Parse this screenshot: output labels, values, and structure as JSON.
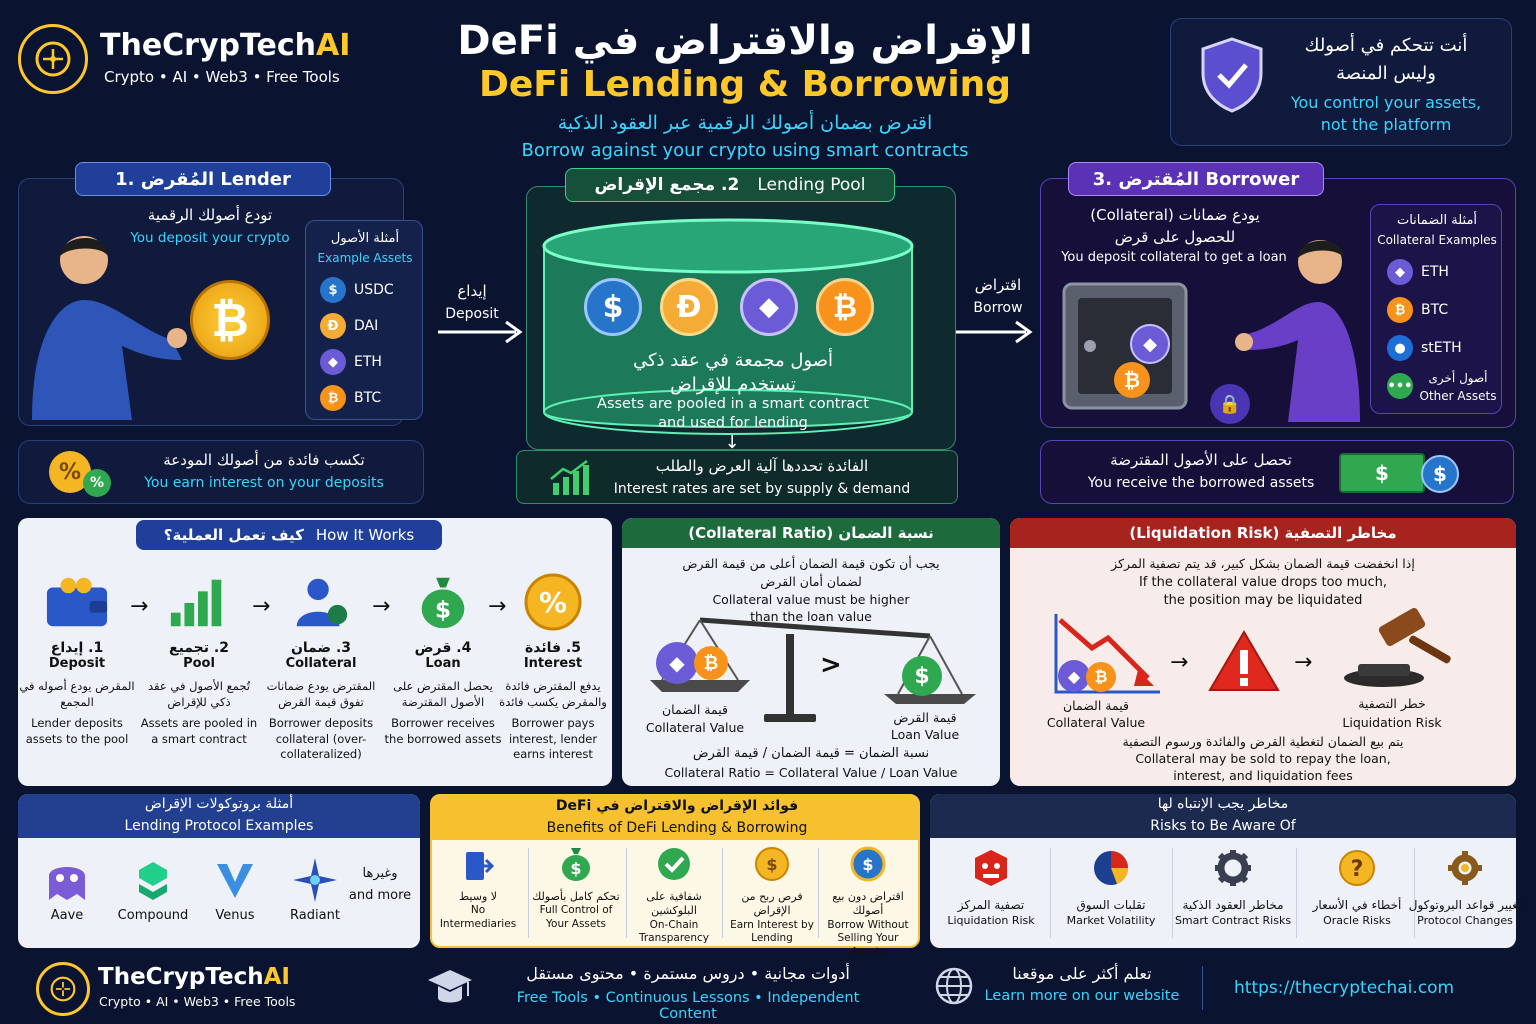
{
  "brand": {
    "name_a": "TheCrypTech",
    "name_b": "AI",
    "tagline": "Crypto • AI • Web3 • Free Tools",
    "tagline_small": "Crypto • AI • Web3 • Free Tools"
  },
  "header": {
    "title_ar": "الإقراض والاقتراض في DeFi",
    "title_en": "DeFi Lending & Borrowing",
    "subtitle_ar": "اقترض بضمان أصولك الرقمية عبر العقود الذكية",
    "subtitle_en": "Borrow against your crypto using smart contracts"
  },
  "control_box": {
    "ar_line1": "أنت تتحكم في أصولك",
    "ar_line2": "وليس المنصة",
    "en_line1": "You control your assets,",
    "en_line2": "not the platform"
  },
  "lender": {
    "tag": "1. المُقرض  Lender",
    "desc_ar": "تودع أصولك الرقمية",
    "desc_en": "You deposit your crypto",
    "examples_title_ar": "أمثلة الأصول",
    "examples_title_en": "Example Assets",
    "assets": [
      "USDC",
      "DAI",
      "ETH",
      "BTC"
    ],
    "interest_ar": "تكسب فائدة من أصولك المودعة",
    "interest_en": "You earn interest on your deposits"
  },
  "flow": {
    "deposit_ar": "إيداع",
    "deposit_en": "Deposit",
    "borrow_ar": "اقتراض",
    "borrow_en": "Borrow"
  },
  "pool": {
    "tag_ar": "2. مجمع الإقراض",
    "tag_en": "Lending Pool",
    "desc_ar1": "أصول مجمعة في عقد ذكي",
    "desc_ar2": "تستخدم للإقراض",
    "desc_en1": "Assets are pooled in a smart contract",
    "desc_en2": "and used for lending",
    "rate_ar": "الفائدة تحددها آلية العرض والطلب",
    "rate_en": "Interest rates are set by supply & demand"
  },
  "borrower": {
    "tag": "3. المُقترض  Borrower",
    "desc_ar1": "يودع ضمانات (Collateral)",
    "desc_ar2": "للحصول على قرض",
    "desc_en": "You deposit collateral to get a loan",
    "examples_title_ar": "أمثلة الضمانات",
    "examples_title_en": "Collateral Examples",
    "assets": [
      "ETH",
      "BTC",
      "stETH"
    ],
    "other_ar": "أصول أخرى",
    "other_en": "Other Assets",
    "receive_ar": "تحصل على الأصول المقترضة",
    "receive_en": "You receive the borrowed assets"
  },
  "how": {
    "title_ar": "كيف تعمل العملية؟",
    "title_en": "How It Works",
    "steps": [
      {
        "ar": "1. إيداع",
        "en": "Deposit",
        "d_ar": "المقرض يودع أصوله في المجمع",
        "d_en": "Lender deposits assets to the pool"
      },
      {
        "ar": "2. تجميع",
        "en": "Pool",
        "d_ar": "تُجمع الأصول في عقد ذكي للإقراض",
        "d_en": "Assets are pooled in a smart contract"
      },
      {
        "ar": "3. ضمان",
        "en": "Collateral",
        "d_ar": "المقترض يودع ضمانات تفوق قيمة القرض",
        "d_en": "Borrower deposits collateral (over-collateralized)"
      },
      {
        "ar": "4. قرض",
        "en": "Loan",
        "d_ar": "يحصل المقترض على الأصول المقترضة",
        "d_en": "Borrower receives the borrowed assets"
      },
      {
        "ar": "5. فائدة",
        "en": "Interest",
        "d_ar": "يدفع المقترض فائدة والمقرض يكسب فائدة",
        "d_en": "Borrower pays interest, lender earns interest"
      }
    ]
  },
  "ratio": {
    "title": "نسبة الضمان (Collateral Ratio)",
    "ar1": "يجب أن تكون قيمة الضمان أعلى من قيمة القرض",
    "ar2": "لضمان أمان القرض",
    "en1": "Collateral value must be higher",
    "en2": "than the loan value",
    "left_ar": "قيمة الضمان",
    "left_en": "Collateral Value",
    "right_ar": "قيمة القرض",
    "right_en": "Loan Value",
    "gt": ">",
    "formula_ar": "نسبة الضمان = قيمة الضمان / قيمة القرض",
    "formula_en": "Collateral Ratio = Collateral Value / Loan Value"
  },
  "liquidation": {
    "title": "مخاطر التصفية  (Liquidation Risk)",
    "ar1": "إذا انخفضت قيمة الضمان بشكل كبير، قد يتم تصفية المركز",
    "en1": "If the collateral value drops too much,",
    "en2": "the position may be liquidated",
    "left_ar": "قيمة الضمان",
    "left_en": "Collateral Value",
    "right_ar": "خطر التصفية",
    "right_en": "Liquidation Risk",
    "bottom_ar": "يتم بيع الضمان لتغطية القرض والفائدة ورسوم التصفية",
    "bottom_en1": "Collateral may be sold to repay the loan,",
    "bottom_en2": "interest, and liquidation fees"
  },
  "protocols": {
    "title_ar": "أمثلة بروتوكولات الإقراض",
    "title_en": "Lending Protocol Examples",
    "items": [
      "Aave",
      "Compound",
      "Venus",
      "Radiant"
    ],
    "more_ar": "وغيرها",
    "more_en": "and more"
  },
  "benefits": {
    "title_ar": "فوائد الإقراض والاقتراض  في  DeFi",
    "title_en": "Benefits of DeFi Lending & Borrowing",
    "items": [
      {
        "ar": "لا وسيط",
        "en": "No Intermediaries"
      },
      {
        "ar": "تحكم كامل بأصولك",
        "en": "Full Control of Your Assets"
      },
      {
        "ar": "شفافية على البلوكشين",
        "en": "On-Chain Transparency"
      },
      {
        "ar": "فرص ربح من الإقراض",
        "en": "Earn Interest by Lending"
      },
      {
        "ar": "اقتراض دون بيع أصولك",
        "en": "Borrow Without Selling Your Assets"
      }
    ]
  },
  "risks": {
    "title_ar": "مخاطر يجب الإنتباه لها",
    "title_en": "Risks to Be Aware Of",
    "items": [
      {
        "ar": "تصفية المركز",
        "en": "Liquidation Risk"
      },
      {
        "ar": "تقلبات السوق",
        "en": "Market Volatility"
      },
      {
        "ar": "مخاطر العقود الذكية",
        "en": "Smart Contract Risks"
      },
      {
        "ar": "أخطاء في الأسعار",
        "en": "Oracle Risks"
      },
      {
        "ar": "تغيير قواعد البروتوكول",
        "en": "Protocol Changes"
      }
    ]
  },
  "footer": {
    "tools_ar": "أدوات مجانية • دروس مستمرة • محتوى مستقل",
    "tools_en": "Free Tools • Continuous Lessons • Independent Content",
    "learn_ar": "تعلم أكثر على موقعنا",
    "learn_en": "Learn more on our website",
    "url": "https://thecryptechai.com"
  },
  "colors": {
    "bg": "#0a1330",
    "cyan": "#38d6ff",
    "yellow": "#ffc82a",
    "green": "#1f8f5a",
    "purple": "#6a3fc8",
    "red": "#b3261e",
    "blue": "#1f3f9a"
  }
}
